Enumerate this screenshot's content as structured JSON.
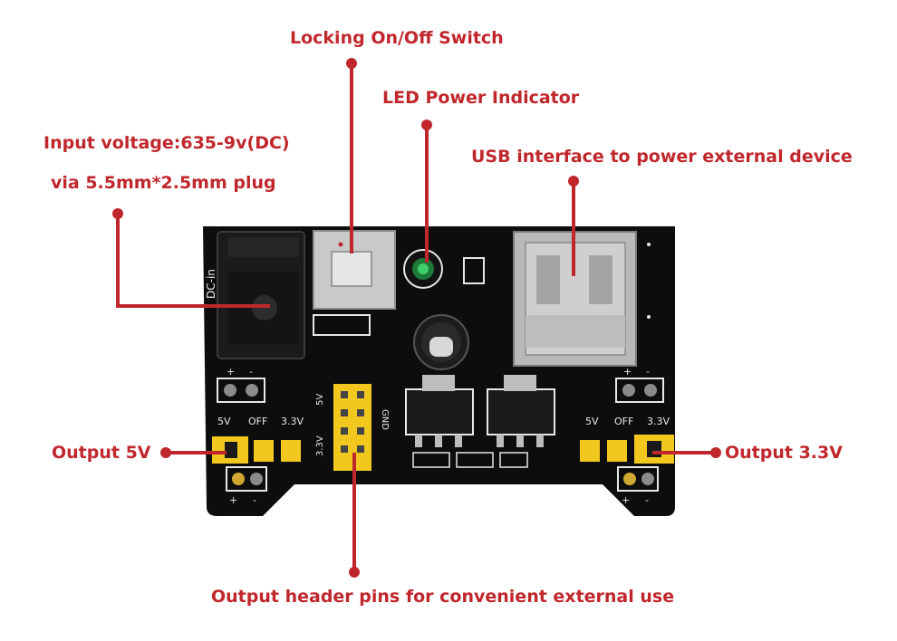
{
  "callouts": {
    "switch": "Locking On/Off Switch",
    "led": "LED Power Indicator",
    "input_line1": "Input voltage:635-9v(DC)",
    "input_line2": "via 5.5mm*2.5mm plug",
    "usb": "USB interface to power external device",
    "out5v": "Output 5V",
    "out33v": "Output 3.3V",
    "header": "Output header pins for convenient external use"
  },
  "board": {
    "dc_in": "DC-in",
    "rail_left": {
      "v5": "5V",
      "off": "OFF",
      "v33": "3.3V"
    },
    "rail_right": {
      "v5": "5V",
      "off": "OFF",
      "v33": "3.3V"
    },
    "plus": "+",
    "minus": "-",
    "header_5v": "5V",
    "header_33v": "3.3V",
    "header_gnd": "GND"
  },
  "colors": {
    "callout_red": "#c0272d",
    "pcb_black": "#0d0d0d",
    "jumper_yellow": "#f2c81f",
    "silkscreen": "#e8e8e8"
  }
}
